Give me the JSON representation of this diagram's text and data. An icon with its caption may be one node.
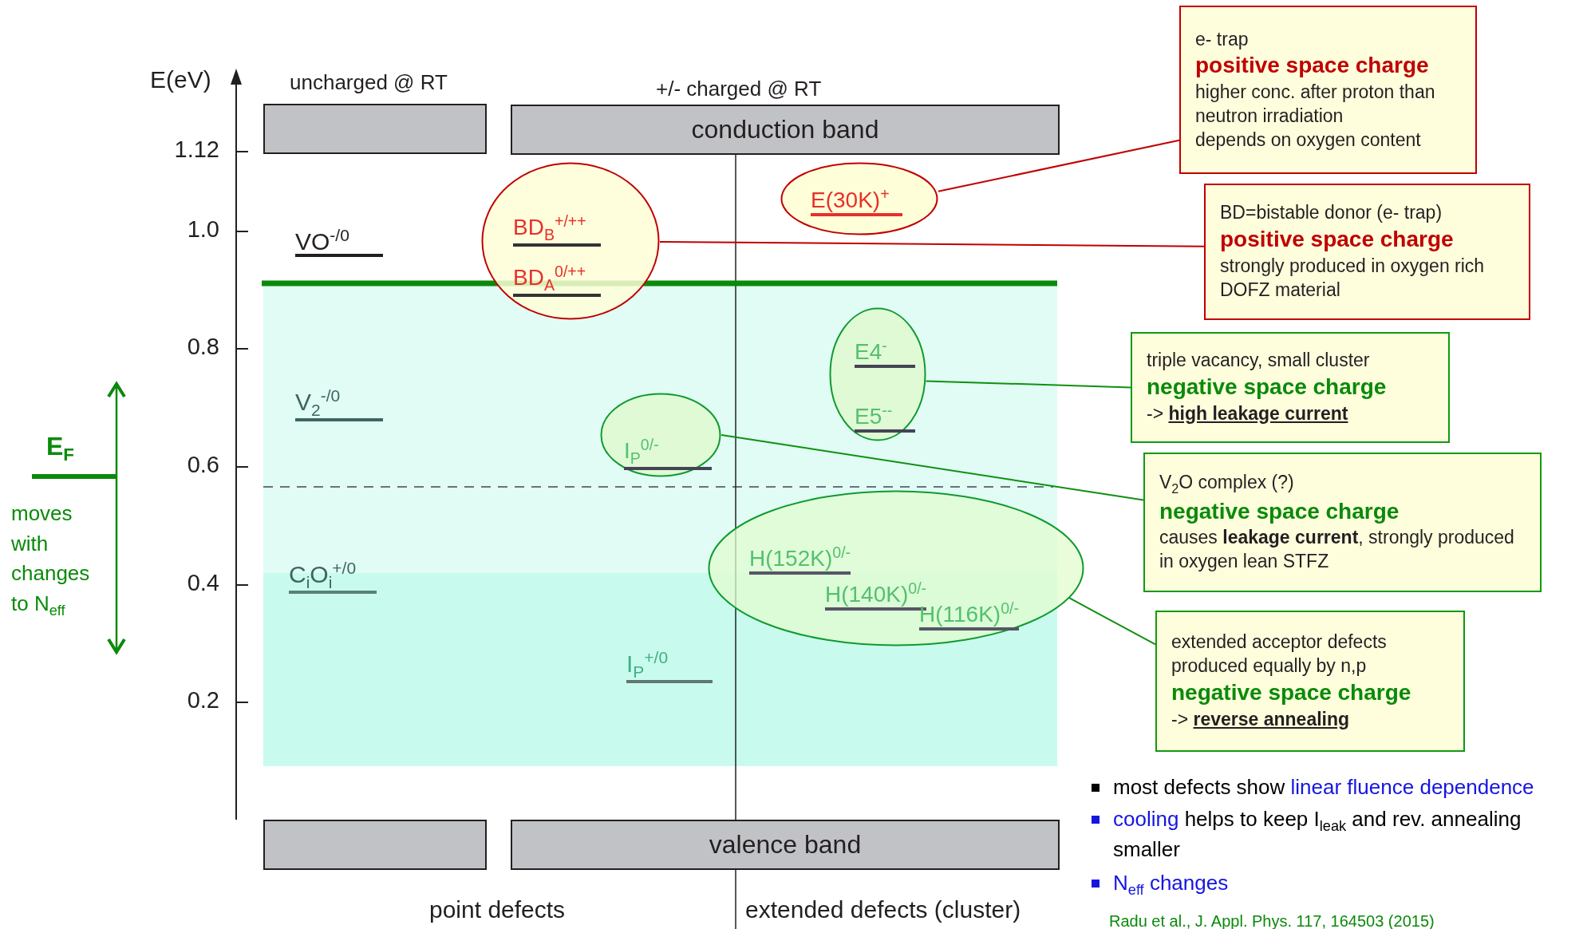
{
  "diagram": {
    "nodes": [
      {
        "text": [],
        "shape": "box"
      },
      {
        "text": [
          "conduction band"
        ]
      },
      {
        "text": [
          "BD$_{B}$$^{+/++}$",
          "BD$_{A}$$^{0/++}$"
        ]
      },
      {
        "text": [
          "E(30K)$^{+}$"
        ]
      },
      {
        "text": [
          "e- trap",
          "positive space charge",
          "higher conc. after proton than neutron irradiation",
          "depends on oxygen content"
        ]
      },
      {
        "text": [
          "BD=bistable donor (e- trap)",
          "positive space charge",
          "strongly produced in oxygen rich DOFZ material"
        ]
      },
      {
        "text": [
          "E4$^{-}$",
          "E5$^{--}$"
        ]
      },
      {
        "text": [
          "triple vacancy, small cluster",
          "negative space charge",
          "-> **high leakage current**"
        ]
      },
      {
        "text": [
          "I$_{P}$$^{0/-}$"
        ]
      },
      {
        "text": [
          "V$_{2}$O complex (?)",
          "negative space charge",
          "causes **leakage current**, strongly produced in oxygen lean STFZ"
        ]
      },
      {
        "text": [
          "H(152K)$^{0/-}$",
          "H(140K)$^{0/-}$",
          "H(116K)$^{0/-}$"
        ]
      },
      {
        "text": [
          "extended acceptor defects produced equally by n,p",
          "negative space charge",
          "-> **reverse annealing**"
        ]
      },
      {
        "text": [],
        "shape": "box"
      },
      {
        "text": [
          "valence band"
        ]
      }
    ],
    "edges": [
      {
        "from": 3,
        "to": 4,
        "arrow": "none",
        "color": "#c00000"
      },
      {
        "from": 2,
        "to": 5,
        "arrow": "none",
        "color": "#c00000"
      },
      {
        "from": 6,
        "to": 7,
        "arrow": "none"
      },
      {
        "from": 8,
        "to": 9,
        "arrow": "none"
      },
      {
        "from": 10,
        "to": 11,
        "arrow": "none"
      }
    ],
    "labels": [
      "E(eV)",
      "uncharged @ RT",
      "+/- charged @ RT",
      "1.12",
      "1.0",
      "0.8",
      "0.6",
      "0.4",
      "0.2",
      "VO$^{-/0}$",
      "V$_{2}$$^{-/0}$",
      "E$_{F}$",
      "moves with changes to N$_{eff}$",
      "C$_{i}$O$_{i}$$^{+/0}$",
      "I$_{P}$$^{+/0}$",
      "point defects",
      "extended defects (cluster)",
      "most defects show",
      "linear fluence dependence",
      "cooling",
      "helps to keep I$_{leak}$ and rev. annealing smaller",
      "N$_{eff}$ changes",
      "Radu et al., J. Appl. Phys. 117, 164503 (2015)"
    ]
  }
}
